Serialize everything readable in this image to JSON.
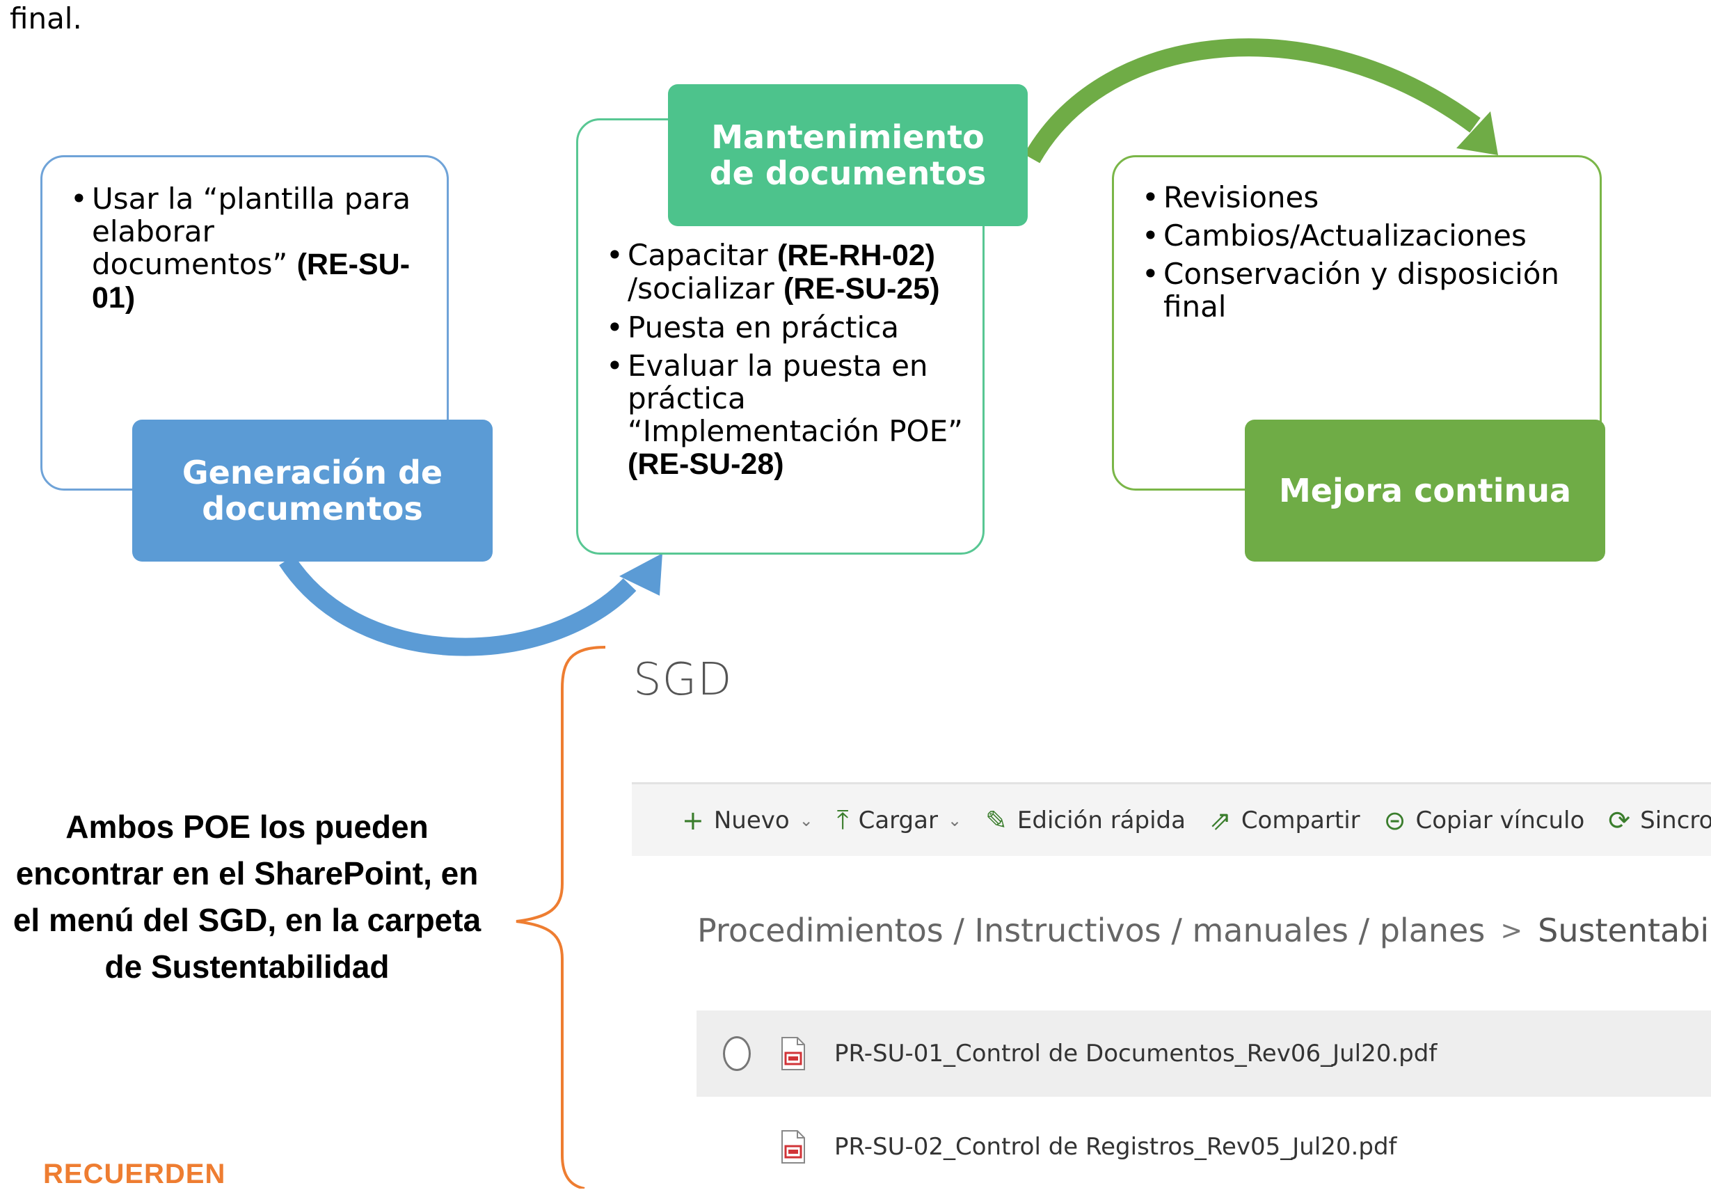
{
  "top_fragment": "final.",
  "cycle": {
    "generacion": {
      "title": "Generación de documentos",
      "bullets": [
        {
          "text": "Usar la “plantilla para elaborar documentos”",
          "code": "(RE-SU-01)"
        }
      ]
    },
    "mantenimiento": {
      "title": "Mantenimiento de documentos",
      "bullets": [
        {
          "parts": [
            {
              "t": "Capacitar ",
              "b": false
            },
            {
              "t": "(RE-RH-02)",
              "b": true
            },
            {
              "t": " /socializar ",
              "b": false
            },
            {
              "t": "(RE-SU-25)",
              "b": true
            }
          ]
        },
        {
          "parts": [
            {
              "t": "Puesta en práctica",
              "b": false
            }
          ]
        },
        {
          "parts": [
            {
              "t": "Evaluar la puesta en práctica “Implementación POE” ",
              "b": false
            },
            {
              "t": "(RE-SU-28)",
              "b": true
            }
          ]
        }
      ]
    },
    "mejora": {
      "title": "Mejora continua",
      "bullets": [
        "Revisiones",
        "Cambios/Actualizaciones",
        "Conservación y disposición final"
      ]
    }
  },
  "note": "Ambos POE  los pueden encontrar en el SharePoint, en el menú del SGD, en la carpeta de Sustentabilidad",
  "remember": "RECUERDEN",
  "sharepoint": {
    "library_title": "SGD",
    "toolbar": [
      {
        "label": "Nuevo",
        "icon": "plus-icon",
        "glyph": "+",
        "dropdown": true
      },
      {
        "label": "Cargar",
        "icon": "upload-icon",
        "glyph": "⤒",
        "dropdown": true
      },
      {
        "label": "Edición rápida",
        "icon": "pencil-icon",
        "glyph": "✎",
        "dropdown": false
      },
      {
        "label": "Compartir",
        "icon": "share-icon",
        "glyph": "⇗",
        "dropdown": false
      },
      {
        "label": "Copiar vínculo",
        "icon": "link-icon",
        "glyph": "⊝",
        "dropdown": false
      },
      {
        "label": "Sincronizar",
        "icon": "sync-icon",
        "glyph": "⟳",
        "dropdown": false
      }
    ],
    "breadcrumb": {
      "parent": "Procedimientos / Instructivos / manuales / planes",
      "separator": ">",
      "current": "Sustentabilidad"
    },
    "files": [
      {
        "name": "PR-SU-01_Control de Documentos_Rev06_Jul20.pdf",
        "icon": "pdf-icon"
      },
      {
        "name": "PR-SU-02_Control de Registros_Rev05_Jul20.pdf",
        "icon": "pdf-icon"
      }
    ]
  },
  "colors": {
    "blue": "#5b9bd5",
    "teal": "#4dc38c",
    "green": "#6fac46",
    "orange": "#ee7d31"
  }
}
